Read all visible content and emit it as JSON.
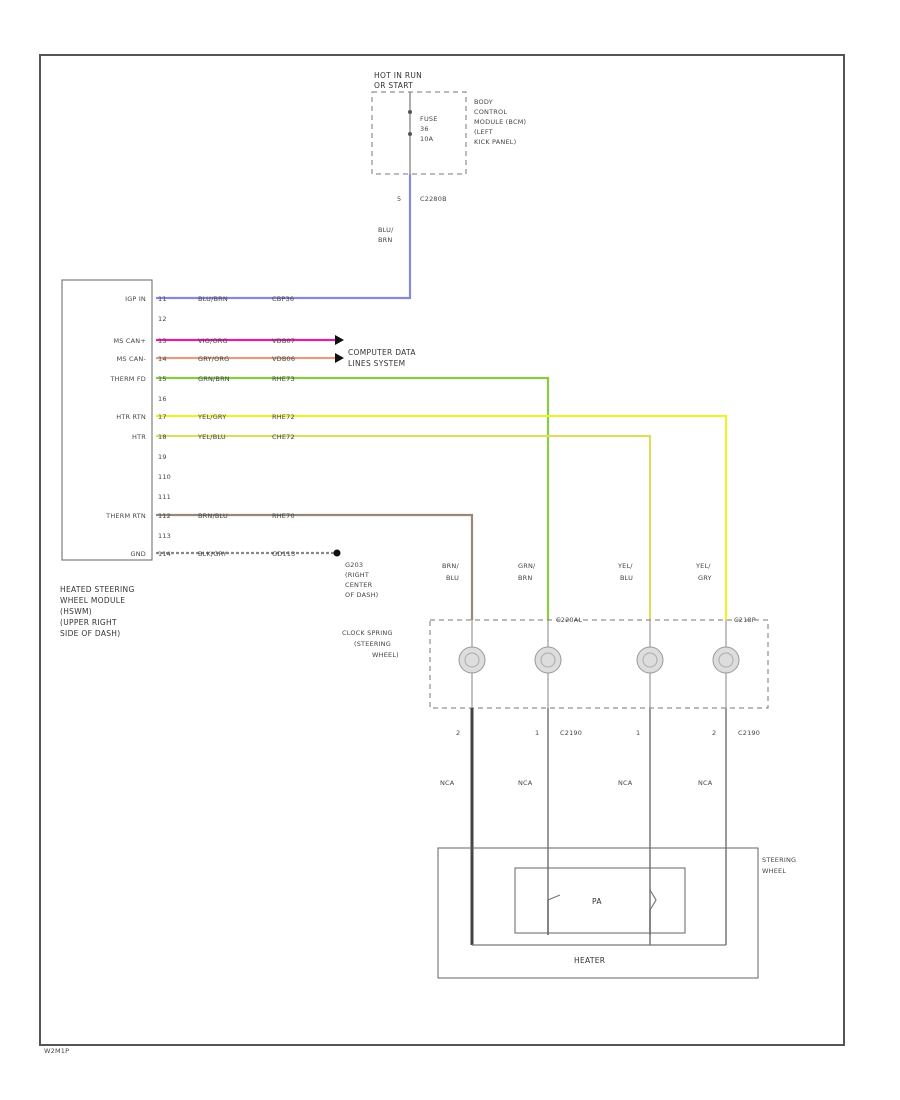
{
  "fuse_box": {
    "header": [
      "HOT IN RUN",
      "OR START"
    ],
    "fuse": [
      "FUSE",
      "36",
      "10A"
    ],
    "module": [
      "BODY",
      "CONTROL",
      "MODULE (BCM)",
      "(LEFT",
      "KICK PANEL)"
    ],
    "pin": "5",
    "connector": "C2280B",
    "wire_color": [
      "BLU/",
      "BRN"
    ]
  },
  "module": {
    "pins_left": [
      {
        "name": "IGP IN",
        "num": "11"
      },
      {
        "name": "",
        "num": "12"
      },
      {
        "name": "MS CAN+",
        "num": "13"
      },
      {
        "name": "MS CAN-",
        "num": "14"
      },
      {
        "name": "THERM FD",
        "num": "15"
      },
      {
        "name": "",
        "num": "16"
      },
      {
        "name": "HTR RTN",
        "num": "17"
      },
      {
        "name": "HTR",
        "num": "18"
      },
      {
        "name": "",
        "num": "19"
      },
      {
        "name": "",
        "num": "110"
      },
      {
        "name": "",
        "num": "111"
      },
      {
        "name": "THERM RTN",
        "num": "112"
      },
      {
        "name": "",
        "num": "113"
      },
      {
        "name": "GND",
        "num": "114"
      }
    ],
    "wires": [
      {
        "color_code": "BLU/BRN",
        "circuit": "CBP36"
      },
      {
        "color_code": "VIO/ORG",
        "circuit": "VDB07"
      },
      {
        "color_code": "GRY/ORG",
        "circuit": "VDB06"
      },
      {
        "color_code": "GRN/BRN",
        "circuit": "RHE73"
      },
      {
        "color_code": "YEL/GRY",
        "circuit": "RHE72"
      },
      {
        "color_code": "YEL/BLU",
        "circuit": "CHE72"
      },
      {
        "color_code": "BRN/BLU",
        "circuit": "RHE70"
      },
      {
        "color_code": "BLK/GRY",
        "circuit": "GD113"
      }
    ],
    "label": [
      "HEATED STEERING",
      "WHEEL MODULE",
      "(HSWM)",
      "(UPPER RIGHT",
      "SIDE OF DASH)"
    ]
  },
  "computer_data": [
    "COMPUTER DATA",
    "LINES SYSTEM"
  ],
  "ground": [
    "G203",
    "(RIGHT",
    "CENTER",
    "OF DASH)"
  ],
  "clock_spring": {
    "label": [
      "CLOCK SPRING",
      "(STEERING",
      "WHEEL)"
    ],
    "wire_colors": [
      [
        "BRN/",
        "BLU"
      ],
      [
        "GRN/",
        "BRN"
      ],
      [
        "YEL/",
        "BLU"
      ],
      [
        "YEL/",
        "GRY"
      ]
    ],
    "connector_top_a": "C220AL",
    "connector_top_b": "C218P",
    "pin_numbers_bottom": [
      "2",
      "1",
      "1",
      "2"
    ],
    "connector_bottom": "C2190",
    "lower_wire_label": "NCA"
  },
  "steering_wheel": {
    "label": [
      "STEERING",
      "WHEEL"
    ],
    "inner": "PA",
    "heater": "HEATER"
  },
  "footer_code": "W2M1P"
}
